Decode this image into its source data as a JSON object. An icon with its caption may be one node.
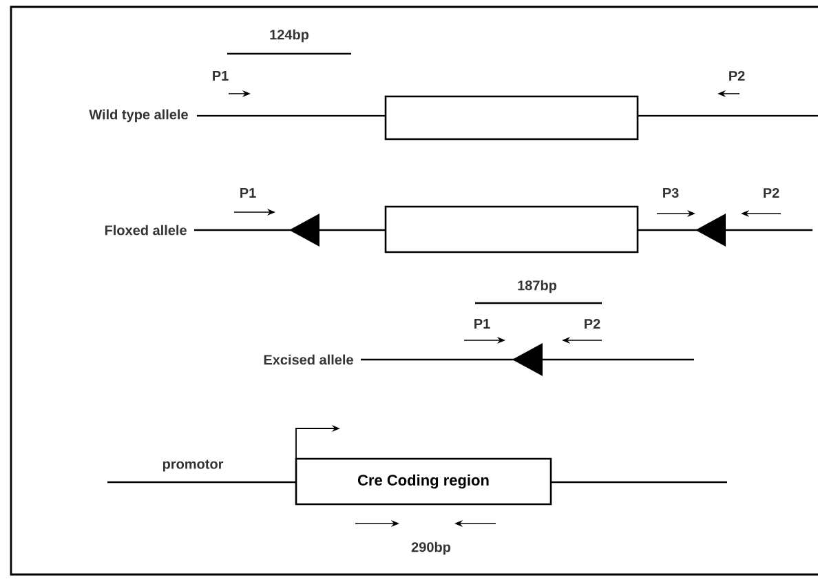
{
  "diagram": {
    "nodes": [
      {
        "text": [],
        "shape": "box"
      },
      {
        "text": [],
        "shape": "box"
      },
      {
        "text": [
          "Cre Coding region"
        ]
      }
    ],
    "labels": [
      "124bp",
      "P1",
      "P2",
      "Wild type allele",
      "P1",
      "P3",
      "P2",
      "Floxed allele",
      "187bp",
      "P1",
      "P2",
      "Excised allele",
      "promotor",
      "290bp"
    ]
  }
}
